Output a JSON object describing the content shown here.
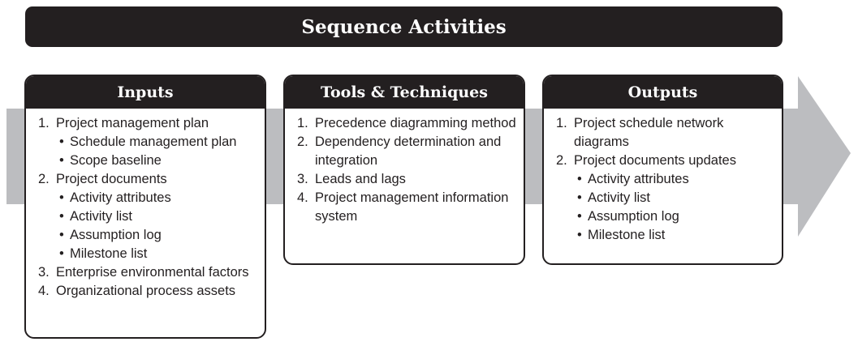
{
  "title": "Sequence Activities",
  "colors": {
    "dark": "#231f20",
    "arrow": "#bcbdc0",
    "background": "#ffffff"
  },
  "panels": [
    {
      "heading": "Inputs",
      "items": [
        {
          "num": "1.",
          "text": "Project management plan",
          "subs": [
            "Schedule management plan",
            "Scope baseline"
          ]
        },
        {
          "num": "2.",
          "text": "Project documents",
          "subs": [
            "Activity attributes",
            "Activity list",
            "Assumption log",
            "Milestone list"
          ]
        },
        {
          "num": "3.",
          "text": "Enterprise environmental factors",
          "subs": []
        },
        {
          "num": "4.",
          "text": "Organizational process assets",
          "subs": []
        }
      ]
    },
    {
      "heading": "Tools & Techniques",
      "items": [
        {
          "num": "1.",
          "text": "Precedence diagramming method",
          "subs": []
        },
        {
          "num": "2.",
          "text": "Dependency determination and integration",
          "subs": []
        },
        {
          "num": "3.",
          "text": "Leads and lags",
          "subs": []
        },
        {
          "num": "4.",
          "text": "Project management information system",
          "subs": []
        }
      ]
    },
    {
      "heading": "Outputs",
      "items": [
        {
          "num": "1.",
          "text": "Project schedule network diagrams",
          "subs": []
        },
        {
          "num": "2.",
          "text": "Project documents updates",
          "subs": [
            "Activity attributes",
            "Activity list",
            "Assumption log",
            "Milestone list"
          ]
        }
      ]
    }
  ]
}
